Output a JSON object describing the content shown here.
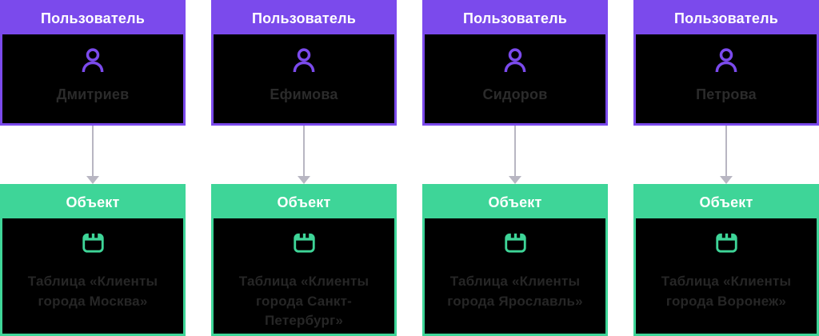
{
  "colors": {
    "user_accent": "#7b4aec",
    "object_accent": "#3ed598",
    "card_background": "#000000",
    "page_background": "#ffffff",
    "arrow": "#b8b6c2",
    "header_text": "#ffffff",
    "dim_text": "#2b2b2b"
  },
  "icons": {
    "user": "user-icon",
    "object": "table-icon"
  },
  "columns": [
    {
      "user": {
        "header": "Пользователь",
        "name": "Дмитриев"
      },
      "object": {
        "header": "Объект",
        "label": "Таблица «Клиенты города Москва»"
      }
    },
    {
      "user": {
        "header": "Пользователь",
        "name": "Ефимова"
      },
      "object": {
        "header": "Объект",
        "label": "Таблица «Клиенты города Санкт-Петербург»"
      }
    },
    {
      "user": {
        "header": "Пользователь",
        "name": "Сидоров"
      },
      "object": {
        "header": "Объект",
        "label": "Таблица «Клиенты города Ярославль»"
      }
    },
    {
      "user": {
        "header": "Пользователь",
        "name": "Петрова"
      },
      "object": {
        "header": "Объект",
        "label": "Таблица «Клиенты города Воронеж»"
      }
    }
  ]
}
